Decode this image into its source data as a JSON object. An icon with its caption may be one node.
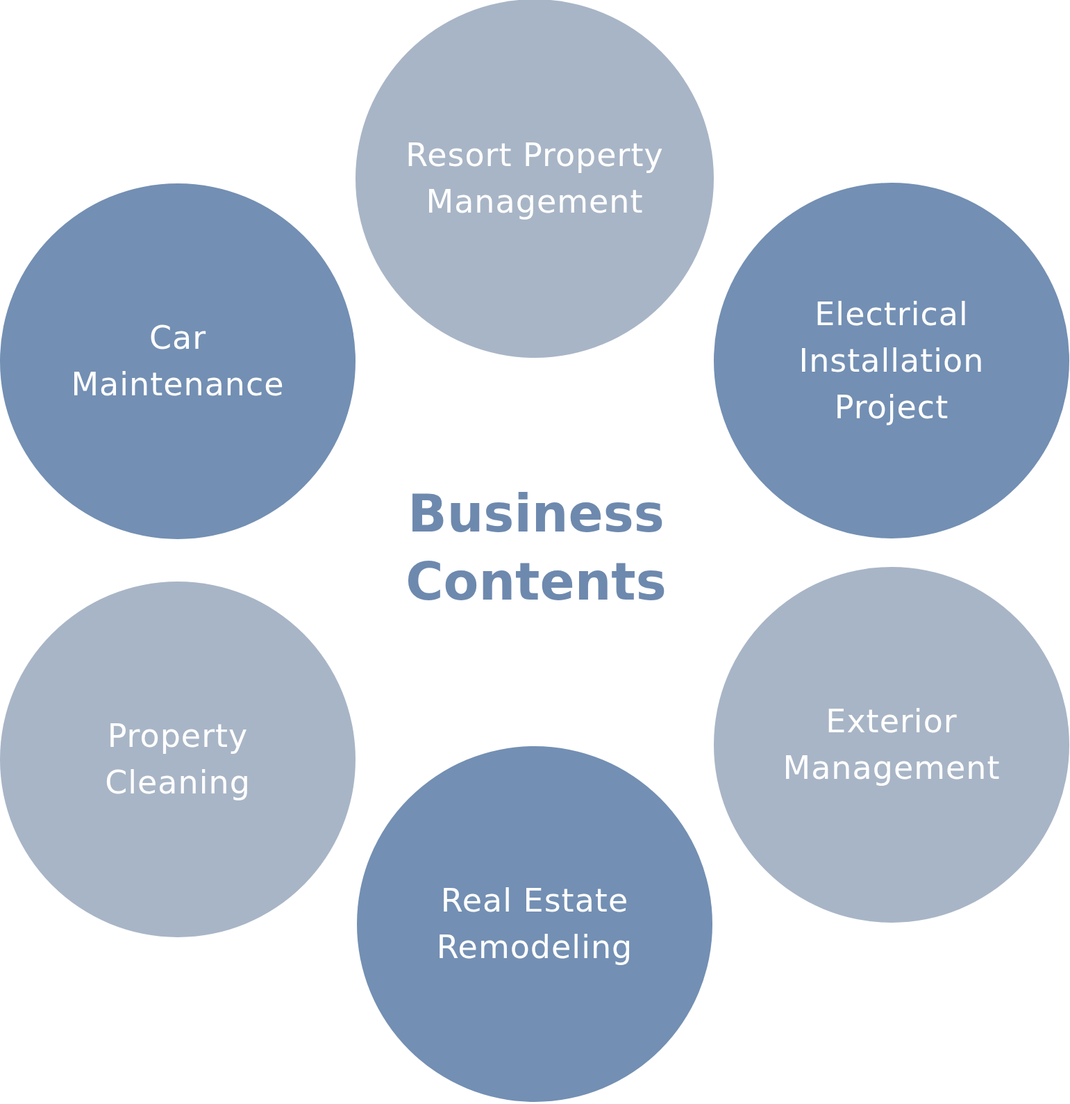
{
  "diagram": {
    "title": "Business Contents",
    "nodes": [
      {
        "text": [
          "Resort Property Management"
        ]
      },
      {
        "text": [
          "Car Maintenance"
        ]
      },
      {
        "text": [
          "Electrical Installation Project"
        ]
      },
      {
        "text": [
          "Property Cleaning"
        ]
      },
      {
        "text": [
          "Exterior Management"
        ]
      },
      {
        "text": [
          "Real Estate Remodeling"
        ]
      }
    ]
  }
}
